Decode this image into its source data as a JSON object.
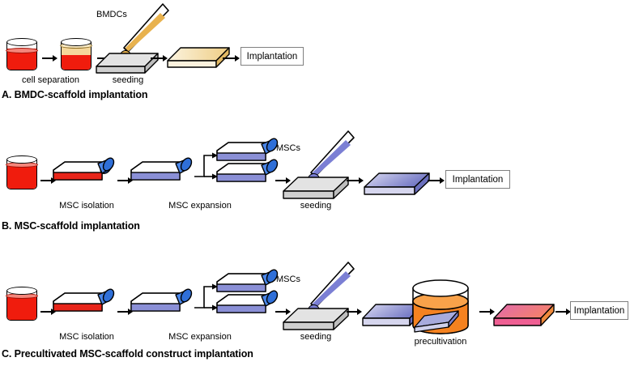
{
  "figure": {
    "type": "scientific-workflow-diagram",
    "panel_count": 3
  },
  "panels": [
    {
      "id": "A",
      "caption": "A. BMDC-scaffold implantation",
      "steps": [
        {
          "name": "cell separation",
          "label": "cell separation",
          "icon": "beaker-pair"
        },
        {
          "name": "seeding",
          "label": "seeding",
          "icon": "scaffold-with-pipette"
        },
        {
          "name": "seeded scaffold",
          "label": "",
          "icon": "scaffold-slab"
        },
        {
          "name": "implantation",
          "label": "Implantation",
          "icon": "box"
        }
      ],
      "pipette_label": "BMDCs",
      "implantation_label": "Implantation"
    },
    {
      "id": "B",
      "caption": "B. MSC-scaffold implantation",
      "steps": [
        {
          "name": "bone marrow",
          "label": "",
          "icon": "beaker"
        },
        {
          "name": "MSC isolation",
          "label": "MSC isolation",
          "icon": "flask-red"
        },
        {
          "name": "MSC expansion",
          "label": "MSC expansion",
          "icon": "flask-blue"
        },
        {
          "name": "seeding",
          "label": "seeding",
          "icon": "scaffold-with-pipette"
        },
        {
          "name": "seeded scaffold",
          "label": "",
          "icon": "scaffold-slab"
        },
        {
          "name": "implantation",
          "label": "Implantation",
          "icon": "box"
        }
      ],
      "pipette_label": "MSCs",
      "implantation_label": "Implantation"
    },
    {
      "id": "C",
      "caption": "C. Precultivated MSC-scaffold construct implantation",
      "steps": [
        {
          "name": "bone marrow",
          "label": "",
          "icon": "beaker"
        },
        {
          "name": "MSC isolation",
          "label": "MSC isolation",
          "icon": "flask-red"
        },
        {
          "name": "MSC expansion",
          "label": "MSC expansion",
          "icon": "flask-blue"
        },
        {
          "name": "seeding",
          "label": "seeding",
          "icon": "scaffold-with-pipette"
        },
        {
          "name": "seeded scaffold",
          "label": "",
          "icon": "scaffold-slab"
        },
        {
          "name": "precultivation",
          "label": "precultivation",
          "icon": "culture-dish"
        },
        {
          "name": "precultivated construct",
          "label": "",
          "icon": "scaffold-slab-pink"
        },
        {
          "name": "implantation",
          "label": "Implantation",
          "icon": "box"
        }
      ],
      "pipette_label": "MSCs",
      "implantation_label": "Implantation"
    }
  ],
  "labels": {
    "cell_separation": "cell separation",
    "seeding": "seeding",
    "msc_isolation": "MSC isolation",
    "msc_expansion": "MSC expansion",
    "precultivation": "precultivation",
    "implantation": "Implantation",
    "bmdcs": "BMDCs",
    "mscs": "MSCs",
    "caption_a": "A. BMDC-scaffold implantation",
    "caption_b": "B. MSC-scaffold implantation",
    "caption_c": "C. Precultivated MSC-scaffold construct implantation"
  },
  "colors": {
    "blood_red": "#f01c0d",
    "plasma_tan": "#f5d79b",
    "scaffold_gray": "#d9d9d9",
    "scaffold_tan": "#f3dfae",
    "flask_blue": "#7b7fd4",
    "cap_blue": "#2f6fd8",
    "slab_purple": "#8a8fd6",
    "medium_orange": "#f58220",
    "construct_pink": "#f2628f",
    "outline": "#000000",
    "box_border": "#808080"
  }
}
